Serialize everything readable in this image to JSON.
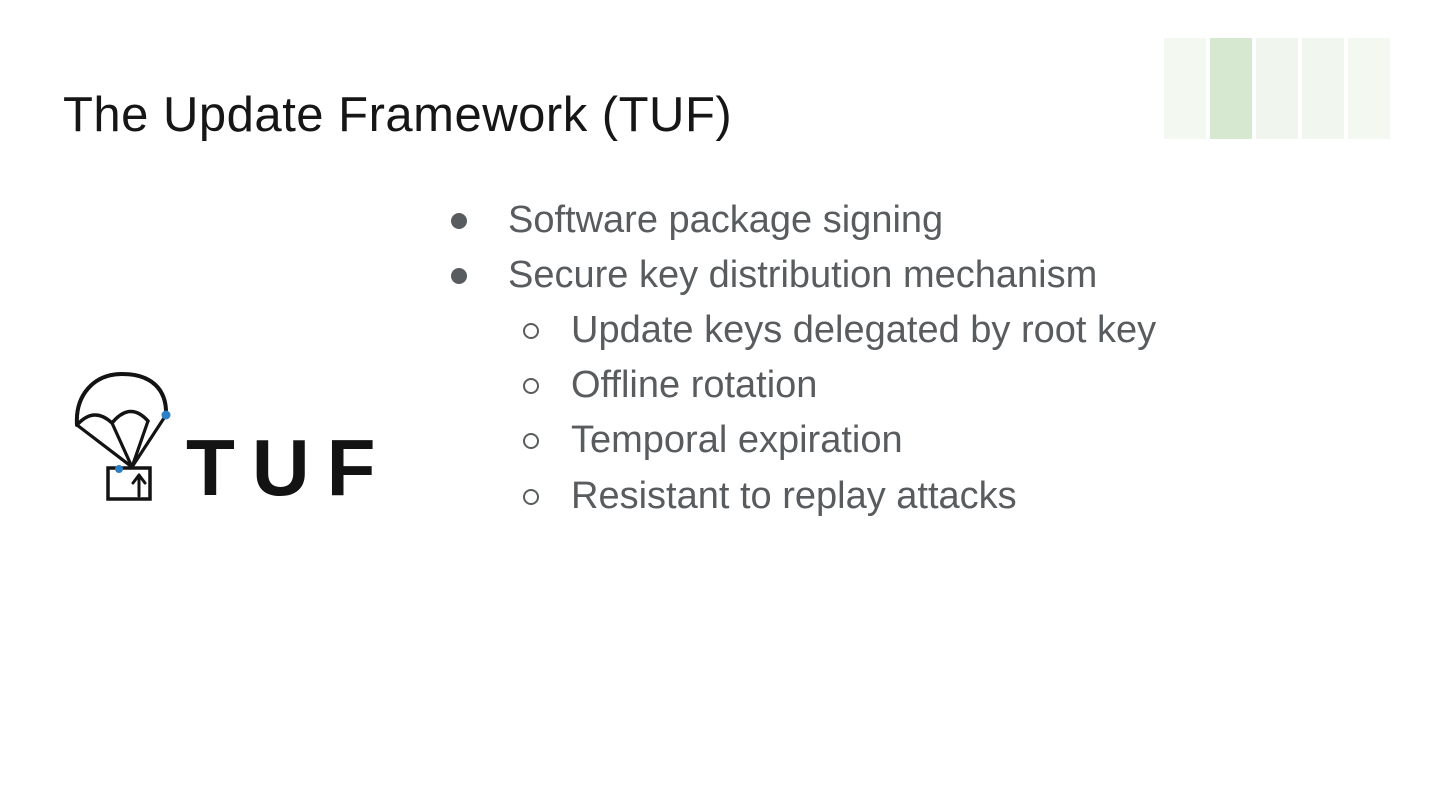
{
  "slide": {
    "title": "The Update Framework (TUF)",
    "bullets": [
      {
        "level": 1,
        "text": "Software package signing"
      },
      {
        "level": 1,
        "text": "Secure key distribution mechanism"
      },
      {
        "level": 2,
        "text": "Update keys delegated by root key"
      },
      {
        "level": 2,
        "text": "Offline rotation"
      },
      {
        "level": 2,
        "text": "Temporal expiration"
      },
      {
        "level": 2,
        "text": "Resistant to replay attacks"
      }
    ],
    "logo": {
      "wordmark": "TUF"
    },
    "decoration": {
      "bar_colors": [
        "#f3f8f1",
        "#d6e8d0",
        "#f0f6ee",
        "#f1f7ef",
        "#f3f8f1"
      ]
    },
    "colors": {
      "background": "#ffffff",
      "title": "#161616",
      "body": "#595c5e",
      "logo_stroke": "#131313",
      "accent_blue": "#2b7fc4"
    }
  }
}
